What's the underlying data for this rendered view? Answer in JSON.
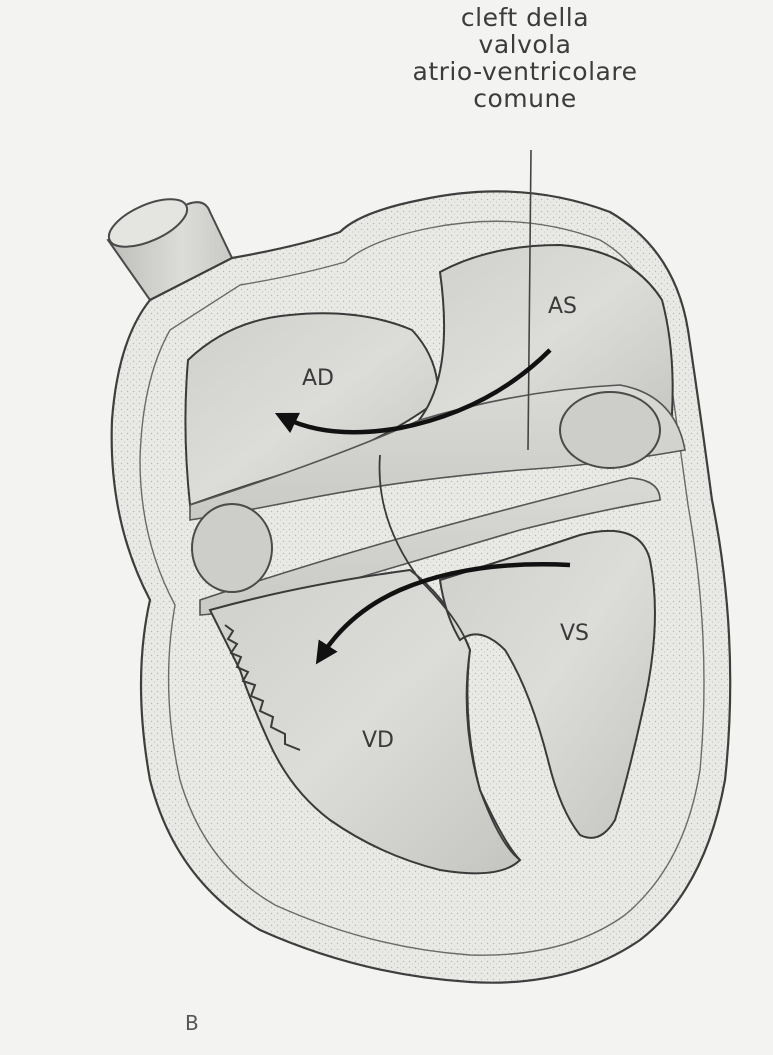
{
  "callout": {
    "lines": [
      "cleft della",
      "valvola",
      "atrio-ventricolare",
      "comune"
    ]
  },
  "chambers": {
    "right_atrium": "AD",
    "left_atrium": "AS",
    "left_ventricle": "VS",
    "right_ventricle": "VD"
  },
  "panel_letter": "B"
}
